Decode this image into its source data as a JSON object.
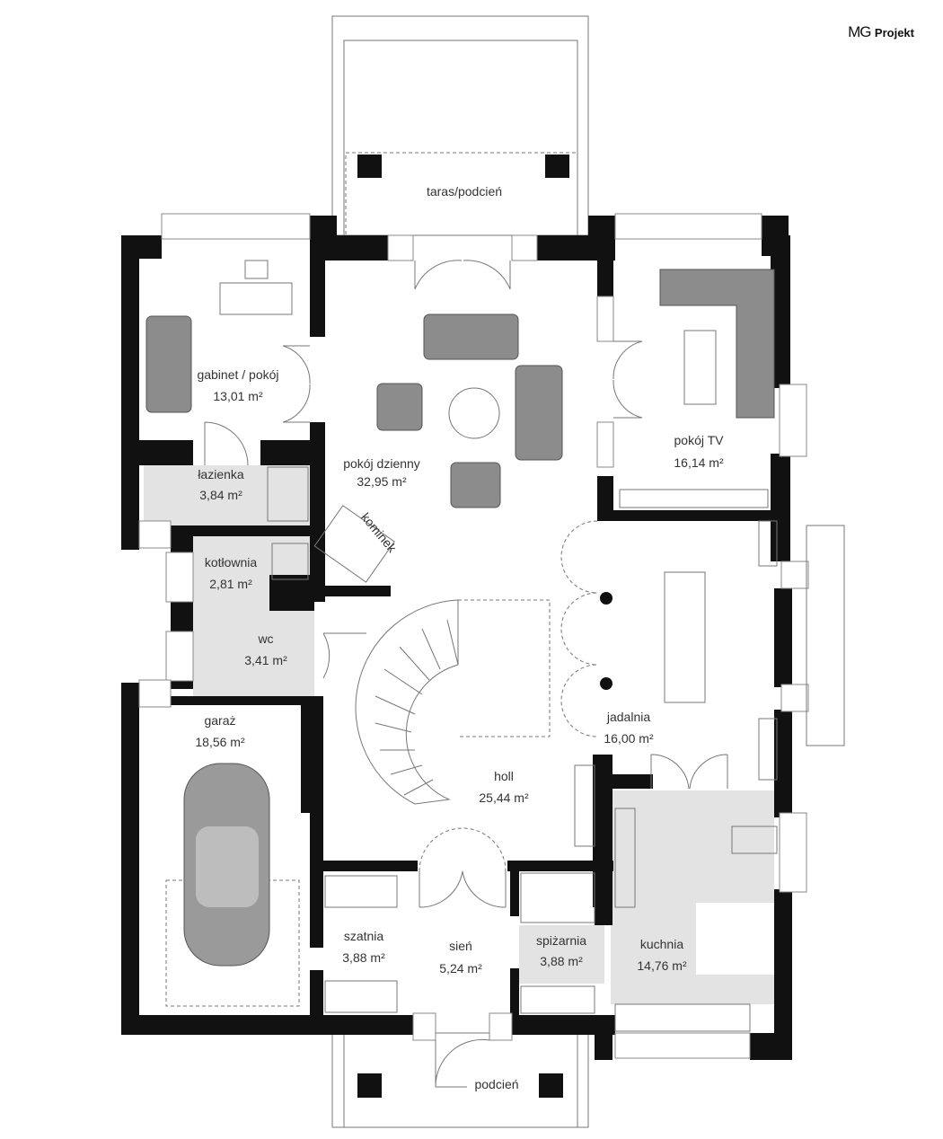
{
  "logo": {
    "brand": "MG",
    "name": "Projekt"
  },
  "rooms": {
    "taras": {
      "name": "taras/podcień"
    },
    "gabinet": {
      "name": "gabinet / pokój",
      "area": "13,01 m²"
    },
    "dzienny": {
      "name": "pokój dzienny",
      "area": "32,95 m²"
    },
    "tv": {
      "name": "pokój TV",
      "area": "16,14 m²"
    },
    "lazienka": {
      "name": "łazienka",
      "area": "3,84 m²"
    },
    "kominek": {
      "name": "kominek"
    },
    "kotlownia": {
      "name": "kotłownia",
      "area": "2,81 m²"
    },
    "wc": {
      "name": "wc",
      "area": "3,41 m²"
    },
    "garaz": {
      "name": "garaż",
      "area": "18,56 m²"
    },
    "jadalnia": {
      "name": "jadalnia",
      "area": "16,00 m²"
    },
    "holl": {
      "name": "holl",
      "area": "25,44 m²"
    },
    "szatnia": {
      "name": "szatnia",
      "area": "3,88 m²"
    },
    "sien": {
      "name": "sień",
      "area": "5,24 m²"
    },
    "spizarnia": {
      "name": "spiżarnia",
      "area": "3,88 m²"
    },
    "kuchnia": {
      "name": "kuchnia",
      "area": "14,76 m²"
    },
    "podcien": {
      "name": "podcień"
    }
  }
}
